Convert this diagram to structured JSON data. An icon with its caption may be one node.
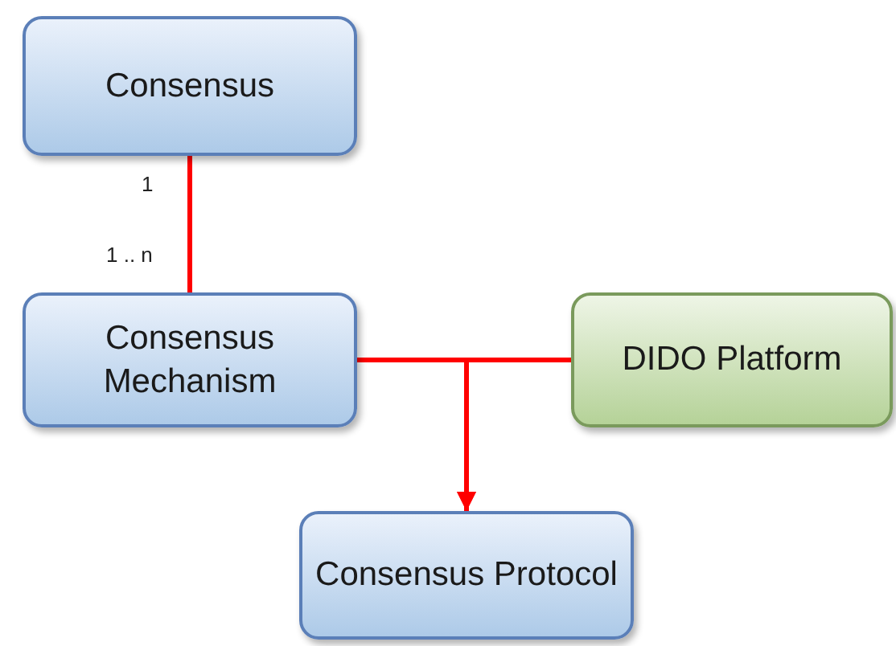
{
  "diagram": {
    "nodes": [
      {
        "text": [
          "Consensus"
        ]
      },
      {
        "text": [
          "Consensus Mechanism"
        ]
      },
      {
        "text": [
          "DIDO Platform"
        ]
      },
      {
        "text": [
          "Consensus Protocol"
        ]
      }
    ],
    "edges": [
      {
        "from": 0,
        "to": 1,
        "arrow": "none"
      },
      {
        "from": 1,
        "to": 3,
        "arrow": "to"
      },
      {
        "from": 2,
        "to": 3,
        "arrow": "to"
      }
    ],
    "labels": [
      "1",
      "1 .. n"
    ]
  }
}
